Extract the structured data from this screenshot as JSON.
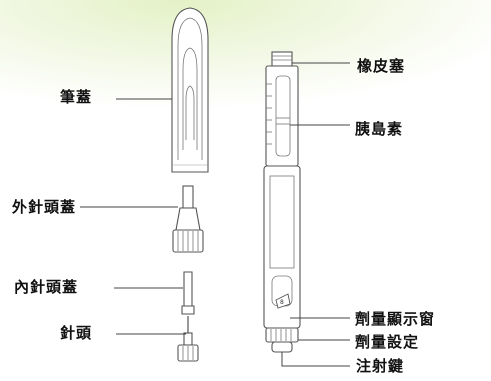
{
  "labels": {
    "cap": "筆蓋",
    "outer_needle_cap": "外針頭蓋",
    "inner_needle_cap": "內針頭蓋",
    "needle": "針頭",
    "rubber_stopper": "橡皮塞",
    "insulin": "胰島素",
    "dose_window": "劑量顯示窗",
    "dose_selector": "劑量設定",
    "injection_button": "注射鍵"
  },
  "colors": {
    "background_tint": "#e4f1c6",
    "line": "#444444",
    "text": "#111111"
  }
}
